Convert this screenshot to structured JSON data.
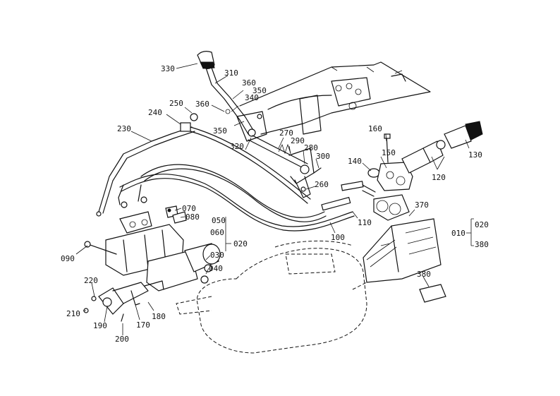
{
  "callouts": {
    "c330": "330",
    "c310": "310",
    "c360a": "360",
    "c350a": "350",
    "c340": "340",
    "c360b": "360",
    "c350b": "350",
    "c320": "320",
    "c250": "250",
    "c240": "240",
    "c230": "230",
    "c270": "270",
    "c290": "290",
    "c280": "280",
    "c300": "300",
    "c260": "260",
    "c160": "160",
    "c150": "150",
    "c140": "140",
    "c120": "120",
    "c130": "130",
    "c070": "070",
    "c080": "080",
    "c050": "050",
    "c060": "060",
    "c020": "020",
    "c090": "090",
    "c030": "030",
    "c040": "040",
    "c100": "100",
    "c110": "110",
    "c370": "370",
    "c220": "220",
    "c210": "210",
    "c190": "190",
    "c200": "200",
    "c170": "170",
    "c180": "180",
    "c380": "380",
    "c010": "010",
    "c020b": "020",
    "c380b": "380"
  }
}
